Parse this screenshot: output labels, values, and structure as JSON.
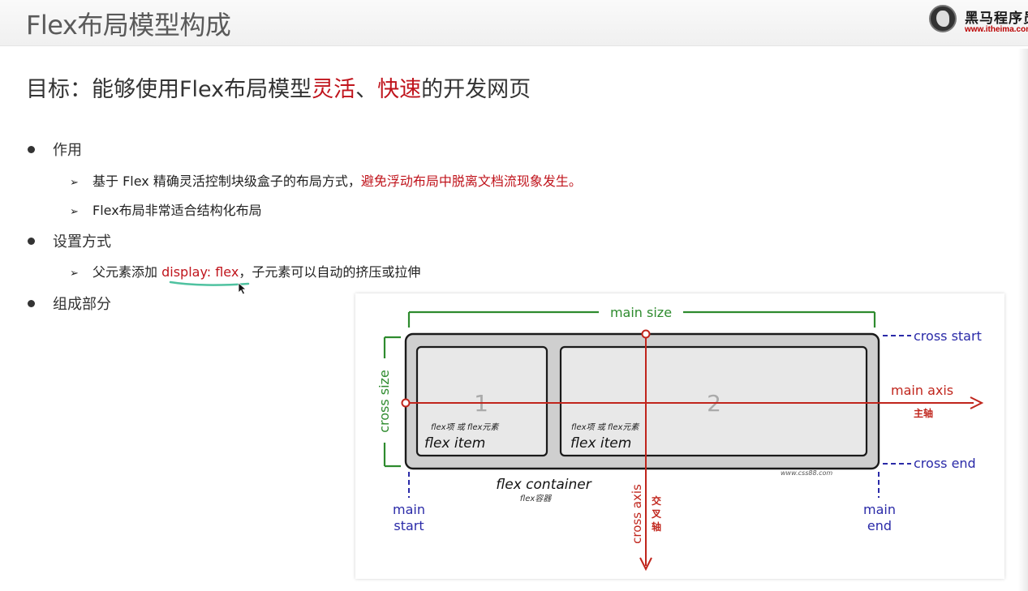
{
  "header": {
    "title": "Flex布局模型构成",
    "logo_text": "黑马程序员",
    "logo_url": "www.itheima.com"
  },
  "goal": {
    "prefix": "目标：能够使用Flex布局模型",
    "highlight1": "灵活",
    "sep": "、",
    "highlight2": "快速",
    "suffix": "的开发网页"
  },
  "sections": [
    {
      "title": "作用",
      "items": [
        {
          "text": "基于 Flex 精确灵活控制块级盒子的布局方式，",
          "red": "避免浮动布局中脱离文档流现象发生。"
        },
        {
          "text": "Flex布局非常适合结构化布局",
          "red": ""
        }
      ]
    },
    {
      "title": "设置方式",
      "items": [
        {
          "pre": "父元素添加 ",
          "code": "display: flex",
          "post": "，子元素可以自动的挤压或拉伸"
        }
      ]
    },
    {
      "title": "组成部分",
      "items": []
    }
  ],
  "diagram": {
    "main_size": "main size",
    "cross_size": "cross size",
    "cross_start": "cross start",
    "cross_end": "cross end",
    "main_axis": "main axis",
    "main_axis_cn": "主轴",
    "cross_axis": "cross axis",
    "cross_axis_cn": "交叉轴",
    "main_start": [
      "main",
      "start"
    ],
    "main_end": [
      "main",
      "end"
    ],
    "container_label": "flex container",
    "container_label_cn": "flex容器",
    "watermark": "www.css88.com",
    "items": [
      {
        "number": "1",
        "label_cn": "flex项 或 flex元素",
        "label": "flex item"
      },
      {
        "number": "2",
        "label_cn": "flex项 或 flex元素",
        "label": "flex item"
      }
    ],
    "colors": {
      "green": "#2e8b2e",
      "red": "#c0251c",
      "blue": "#2a2aa8"
    }
  }
}
